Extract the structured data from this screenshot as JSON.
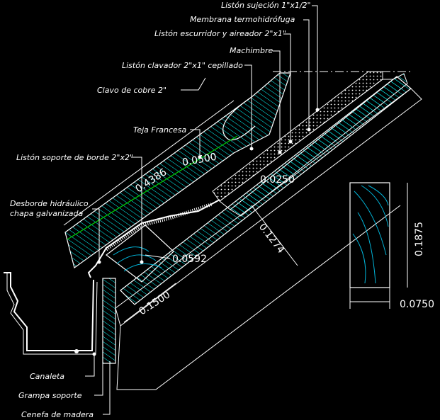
{
  "labels": {
    "liston_sujecion": "Listón sujeción 1\"x1/2\"",
    "membrana": "Membrana termohidrófuga",
    "liston_escurridor": "Listón escurridor y aireador 2\"x1\"",
    "machimbre": "Machimbre",
    "liston_clavador": "Listón clavador 2\"x1\" cepillado",
    "clavo": "Clavo de cobre 2\"",
    "teja": "Teja Francesa",
    "liston_soporte": "Listón soporte de borde 2\"x2\"",
    "desborde_1": "Desborde hidráulico",
    "desborde_2": "chapa galvanizada",
    "canaleta": "Canaleta",
    "grampa": "Grampa soporte",
    "cenefa": "Cenefa de madera"
  },
  "dimensions": {
    "d4386": "0.4386",
    "d0500": "0.0500",
    "d0250": "0.0250",
    "d1274": "0.1274",
    "d0592": "0.0592",
    "d1500": "0.1500",
    "d1875": "0.1875",
    "d0750": "0.0750"
  },
  "colors": {
    "background": "#000000",
    "line": "#ffffff",
    "hatch": "#00ffff",
    "accent_green": "#00c800",
    "grain": "#00b4d8"
  }
}
